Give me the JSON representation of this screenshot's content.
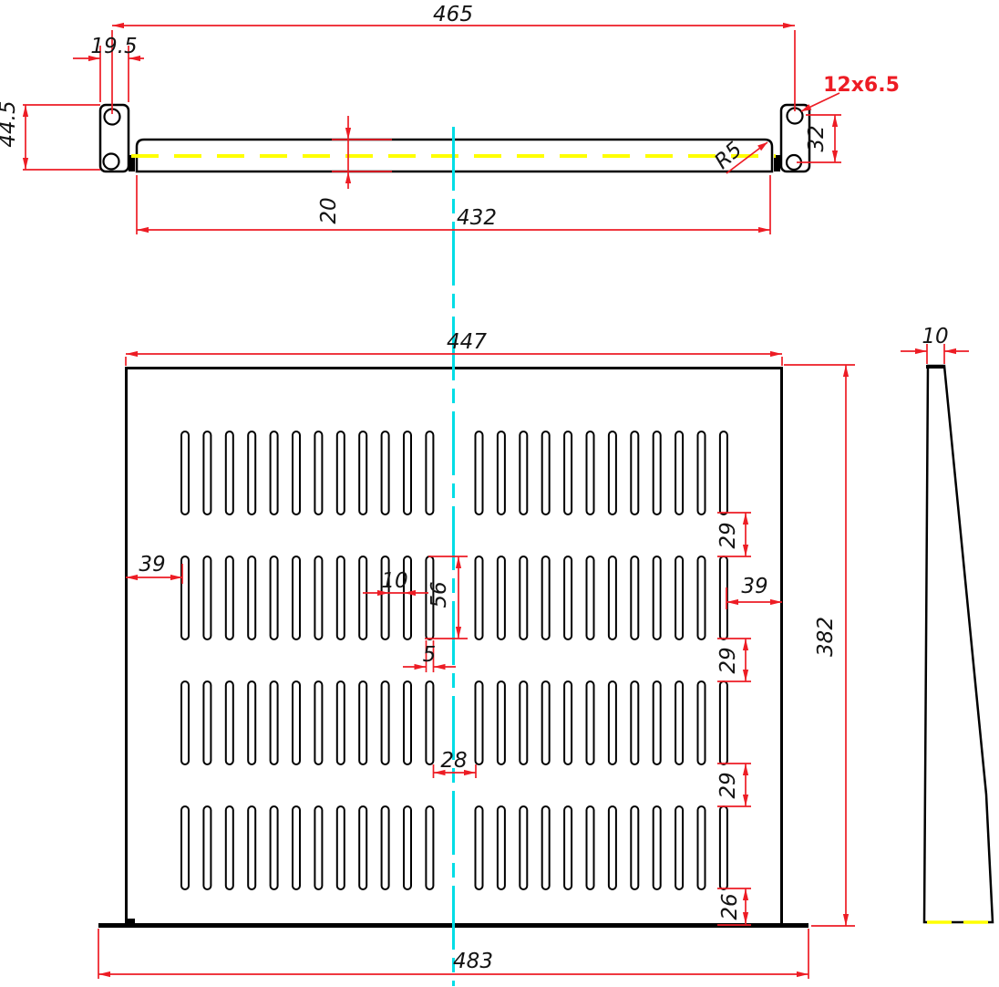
{
  "drawing": {
    "background": "#ffffff",
    "colors": {
      "outline": "#000000",
      "dimension": "#ed1c24",
      "centerline_vertical": "#00dde6",
      "centerline_horizontal": "#ffff00"
    },
    "front_view": {
      "title": "front-elevation",
      "dimensions": {
        "mounting_hole_span": "465",
        "ear_width": "19.5",
        "panel_height": "44.5",
        "body_width": "432",
        "body_thickness": "20",
        "ear_hole_spacing": "32",
        "hole_callout": "12x6.5",
        "corner_radius": "R5"
      }
    },
    "plan_view": {
      "title": "top-plan",
      "dimensions": {
        "body_width": "447",
        "left_margin": "39",
        "slot_gap": "10",
        "slot_length": "56",
        "slot_width": "5",
        "center_gap": "28",
        "row_gap_1": "29",
        "row_gap_2": "29",
        "row_gap_3": "29",
        "bottom_margin": "26",
        "right_margin": "39",
        "body_depth": "382",
        "front_panel_width": "483"
      },
      "slots": {
        "rows": 4,
        "groups_per_row": 2,
        "slots_per_group": 12
      }
    },
    "side_view": {
      "title": "side-profile",
      "dimensions": {
        "flange_depth": "10"
      }
    }
  }
}
